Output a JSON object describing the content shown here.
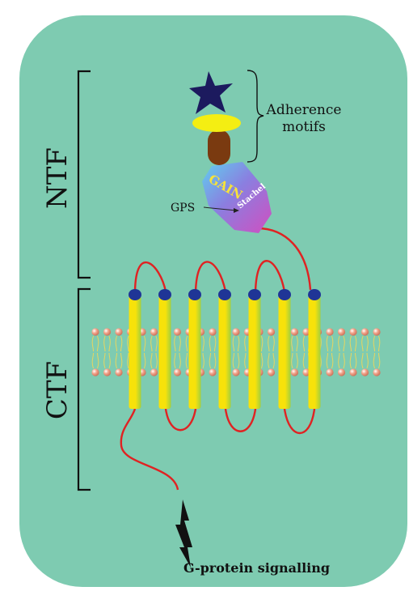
{
  "labels": {
    "ntf": "NTF",
    "ctf": "CTF",
    "adherence": [
      "Adherence",
      "motifs"
    ],
    "gps": "GPS",
    "gain": "GAIN",
    "stachel": "Stachel",
    "signalling": "G-protein signalling"
  },
  "colors": {
    "cell_background": "#7ecbb1",
    "helix_yellow": "#f7e20a",
    "helix_green": "#a3cf3e",
    "loop_red": "#e02222",
    "helix_cap_blue": "#1f3596",
    "lipid_head": "#f2a58c",
    "lipid_tail": "#e7d560",
    "star_navy": "#1c1a5e",
    "disc_yellow": "#f4ee12",
    "domain_brown": "#7a3a10",
    "gain_text": "#f7e33a",
    "bracket": "#111111"
  },
  "icons": {
    "star": "star-icon",
    "bolt": "lightning-bolt-icon"
  },
  "membrane": {
    "helix_count": 7
  }
}
